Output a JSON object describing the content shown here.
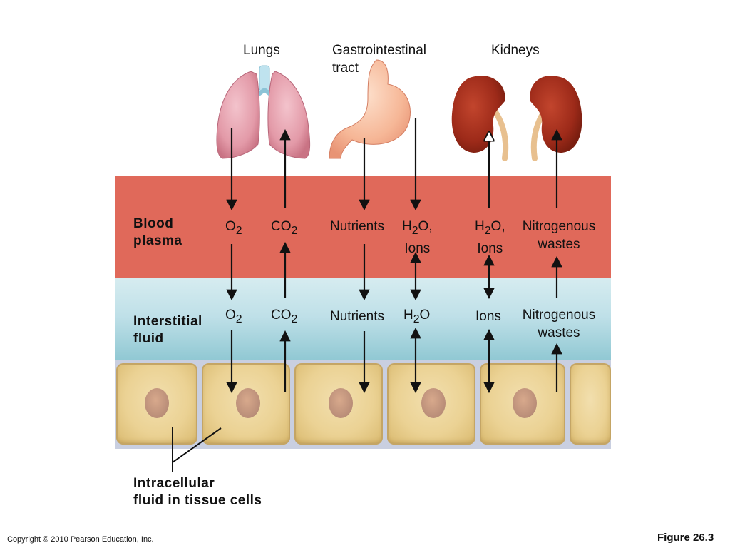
{
  "organs": {
    "lungs": "Lungs",
    "gi_line1": "Gastrointestinal",
    "gi_line2": "tract",
    "kidneys": "Kidneys"
  },
  "regions": {
    "plasma_line1": "Blood",
    "plasma_line2": "plasma",
    "interstitial_line1": "Interstitial",
    "interstitial_line2": "fluid",
    "intracellular_line1": "Intracellular",
    "intracellular_line2": "fluid in tissue cells"
  },
  "plasma_labels": {
    "o2": "O",
    "o2_sub": "2",
    "co2": "CO",
    "co2_sub": "2",
    "nutrients": "Nutrients",
    "h2o_ions_a": "H",
    "h2o_ions_a_sub": "2",
    "h2o_ions_a_tail": "O,",
    "h2o_ions_a_line2": "Ions",
    "h2o_ions_b": "H",
    "h2o_ions_b_sub": "2",
    "h2o_ions_b_tail": "O,",
    "h2o_ions_b_line2": "Ions",
    "nitro_line1": "Nitrogenous",
    "nitro_line2": "wastes"
  },
  "interstitial_labels": {
    "o2": "O",
    "o2_sub": "2",
    "co2": "CO",
    "co2_sub": "2",
    "nutrients": "Nutrients",
    "h2o": "H",
    "h2o_sub": "2",
    "h2o_tail": "O",
    "ions": "Ions",
    "nitro_line1": "Nitrogenous",
    "nitro_line2": "wastes"
  },
  "footer": {
    "copyright": "Copyright © 2010 Pearson Education, Inc.",
    "figure": "Figure 26.3"
  },
  "colors": {
    "plasma": "#e0695a",
    "interstitial": "#bfe0e8",
    "cell": "#ebd294",
    "arrow": "#111111"
  }
}
